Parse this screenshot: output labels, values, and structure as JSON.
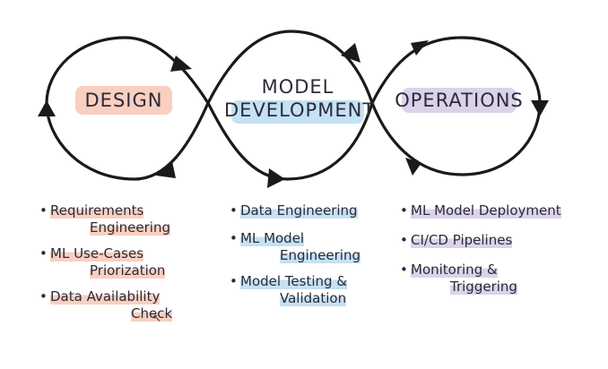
{
  "stages": {
    "design": "DESIGN",
    "model_development": [
      "MODEL",
      "DEVELOPMENT"
    ],
    "operations": "OPERATIONS"
  },
  "colors": {
    "design_highlight": "#f4a88c",
    "model_highlight": "#96c8eb",
    "operations_highlight": "#beafd7",
    "ink": "#1a1a1a"
  },
  "lists": {
    "design": [
      [
        "Requirements",
        "Engineering"
      ],
      [
        "ML Use-Cases",
        "Priorization"
      ],
      [
        "Data Availability",
        "Check"
      ]
    ],
    "model_development": [
      [
        "Data Engineering"
      ],
      [
        "ML Model",
        "Engineering"
      ],
      [
        "Model Testing &",
        "Validation"
      ]
    ],
    "operations": [
      [
        "ML Model Deployment"
      ],
      [
        "CI/CD Pipelines"
      ],
      [
        "Monitoring &",
        "Triggering"
      ]
    ]
  }
}
